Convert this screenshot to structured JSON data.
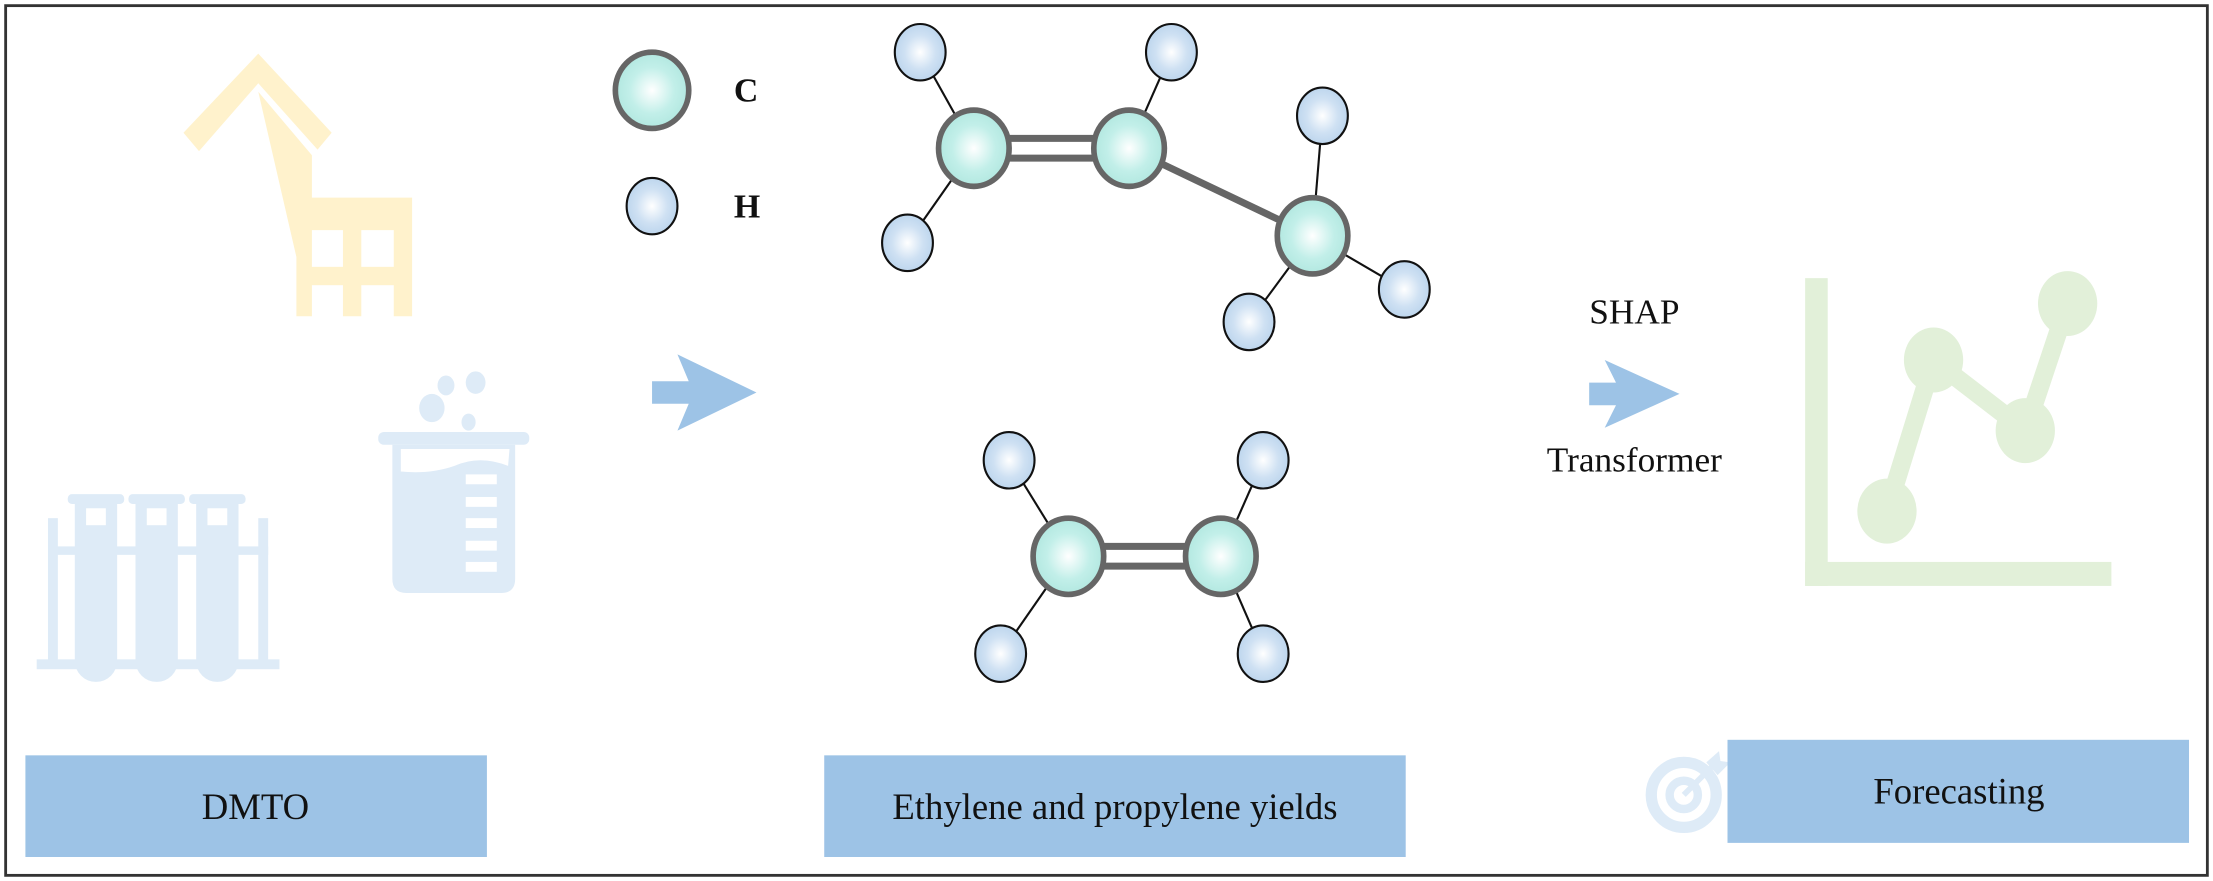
{
  "title": "DMTO ethylene and propylene yield forecasting workflow",
  "colors": {
    "frame": "#333333",
    "box_fill": "#9dc3e6",
    "arrow": "#9dc3e6",
    "carbon_fill": "#b3ebe4",
    "hydrogen_fill": "#bdd7ee",
    "bond": "#666666",
    "school_icon": "#fff2cc",
    "lab_icon": "#deebf7",
    "chart_icon": "#e2f0d9",
    "target_icon": "#deebf7"
  },
  "legend": {
    "carbon_label": "C",
    "hydrogen_label": "H"
  },
  "stages": [
    {
      "id": "dmto",
      "label": "DMTO",
      "icons": [
        "school-icon",
        "test-tubes-icon",
        "beaker-icon"
      ]
    },
    {
      "id": "yields",
      "label": "Ethylene and propylene yields",
      "molecules": [
        "propylene",
        "ethylene"
      ]
    },
    {
      "id": "forecast",
      "label": "Forecasting",
      "icons": [
        "line-chart-icon",
        "target-icon"
      ]
    }
  ],
  "methods": {
    "top": "SHAP",
    "bottom": "Transformer"
  },
  "molecules": {
    "propylene": {
      "formula": "C3H6",
      "carbons": 3,
      "hydrogens": 6,
      "double_bonds": 1
    },
    "ethylene": {
      "formula": "C2H4",
      "carbons": 2,
      "hydrogens": 4,
      "double_bonds": 1
    }
  }
}
